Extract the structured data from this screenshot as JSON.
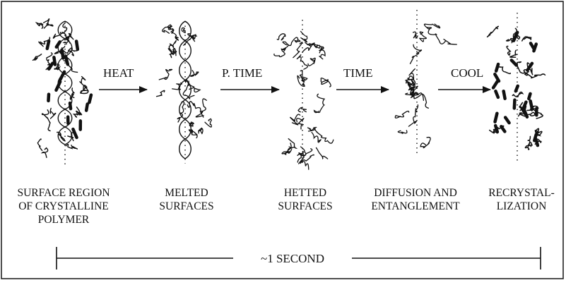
{
  "diagram": {
    "arrows": [
      {
        "label": "HEAT"
      },
      {
        "label": "P. TIME"
      },
      {
        "label": "TIME"
      },
      {
        "label": "COOL"
      }
    ],
    "stages": [
      {
        "lines": [
          "SURFACE REGION",
          "OF CRYSTALLINE",
          "POLYMER"
        ]
      },
      {
        "lines": [
          "MELTED",
          "SURFACES"
        ]
      },
      {
        "lines": [
          "HETTED",
          "SURFACES"
        ]
      },
      {
        "lines": [
          "DIFFUSION AND",
          "ENTANGLEMENT"
        ]
      },
      {
        "lines": [
          "RECRYSTAL-",
          "LIZATION"
        ]
      }
    ],
    "timeline": {
      "label": "~1 SECOND"
    }
  }
}
